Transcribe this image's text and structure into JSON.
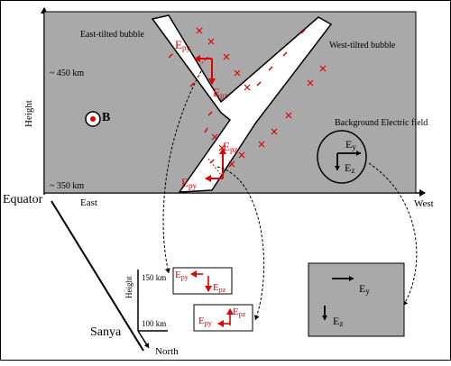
{
  "labels": {
    "east_tilted": "East-tilted bubble",
    "west_tilted": "West-tilted bubble",
    "height": "Height",
    "alt_450": "~ 450 km",
    "alt_350": "~ 350 km",
    "point_b": "B",
    "equator": "Equator",
    "east": "East",
    "west": "West",
    "background_field": "Background Electric field",
    "sanya": "Sanya",
    "north": "North",
    "alt_150": "150 km",
    "alt_100": "100 km"
  },
  "fields": {
    "epy": "E",
    "epy_sub": "py",
    "epz": "E",
    "epz_sub": "pz",
    "ey": "E",
    "ey_sub": "y",
    "ez": "E",
    "ez_sub": "z"
  },
  "colors": {
    "panel_gray": "#a9a9a9",
    "red": "#e00000",
    "black": "#000000",
    "white": "#ffffff"
  }
}
